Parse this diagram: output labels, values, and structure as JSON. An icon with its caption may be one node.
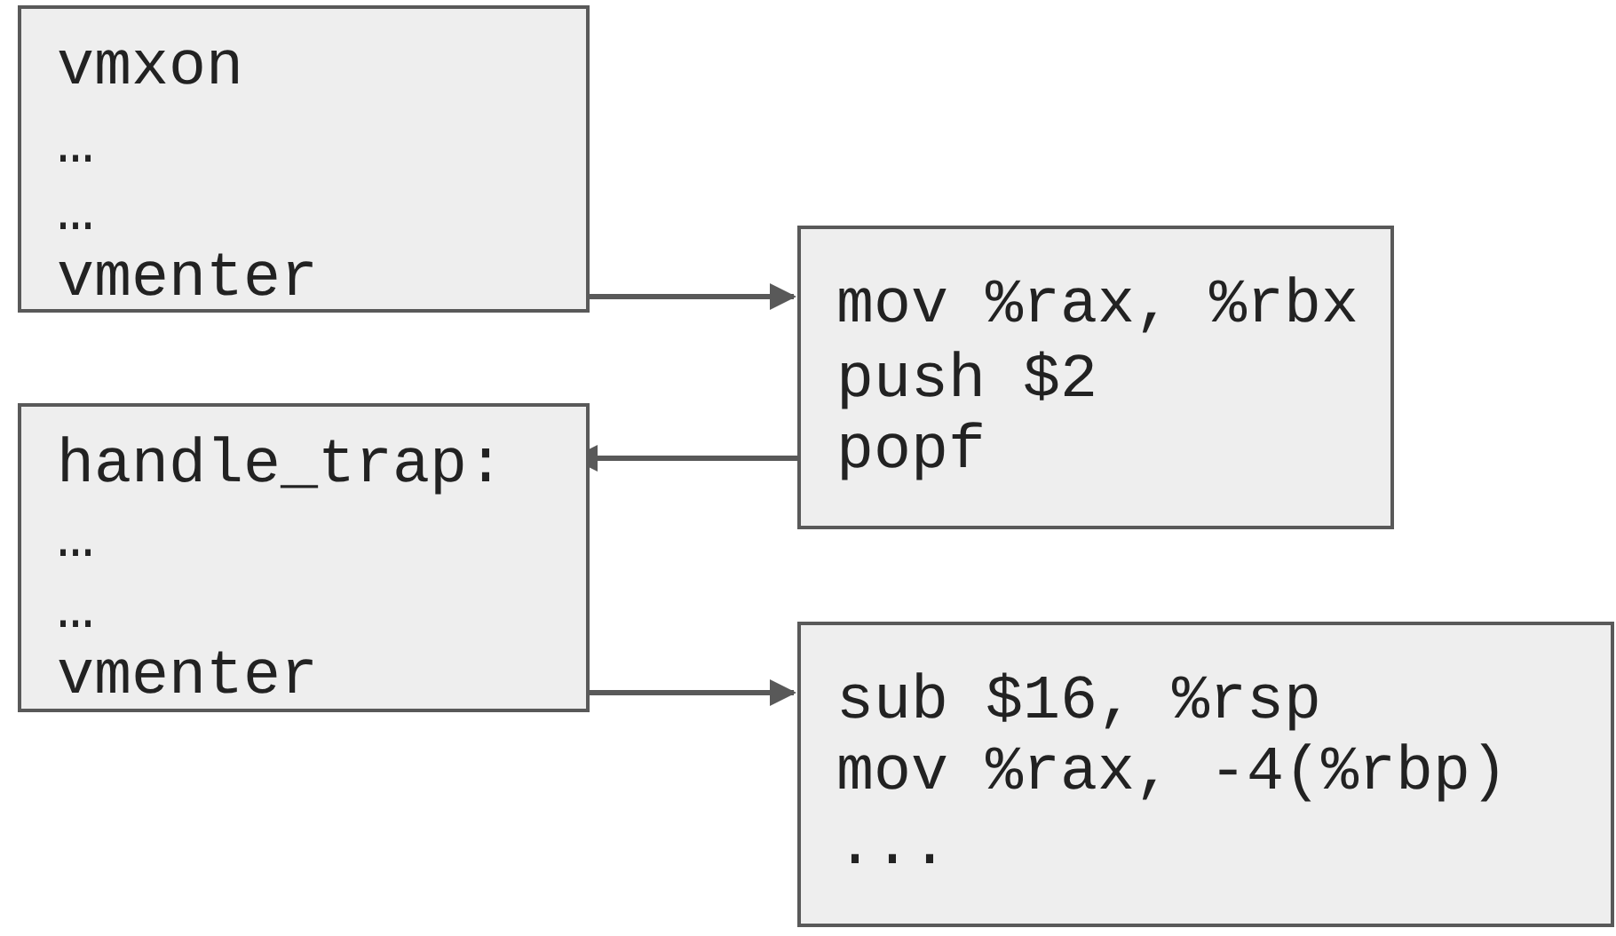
{
  "diagram": {
    "nodes": [
      {
        "text": [
          "vmxon",
          "…",
          "…",
          "vmenter"
        ]
      },
      {
        "text": [
          "mov %rax, %rbx",
          "push $2",
          "popf"
        ]
      },
      {
        "text": [
          "handle_trap:",
          "…",
          "…",
          "vmenter"
        ]
      },
      {
        "text": [
          "sub $16, %rsp",
          "mov %rax, -4(%rbp)",
          "..."
        ]
      }
    ],
    "edges": [
      {
        "from": 0,
        "to": 1,
        "arrow": "to"
      },
      {
        "from": 1,
        "to": 2,
        "arrow": "to"
      },
      {
        "from": 2,
        "to": 3,
        "arrow": "to"
      }
    ]
  }
}
